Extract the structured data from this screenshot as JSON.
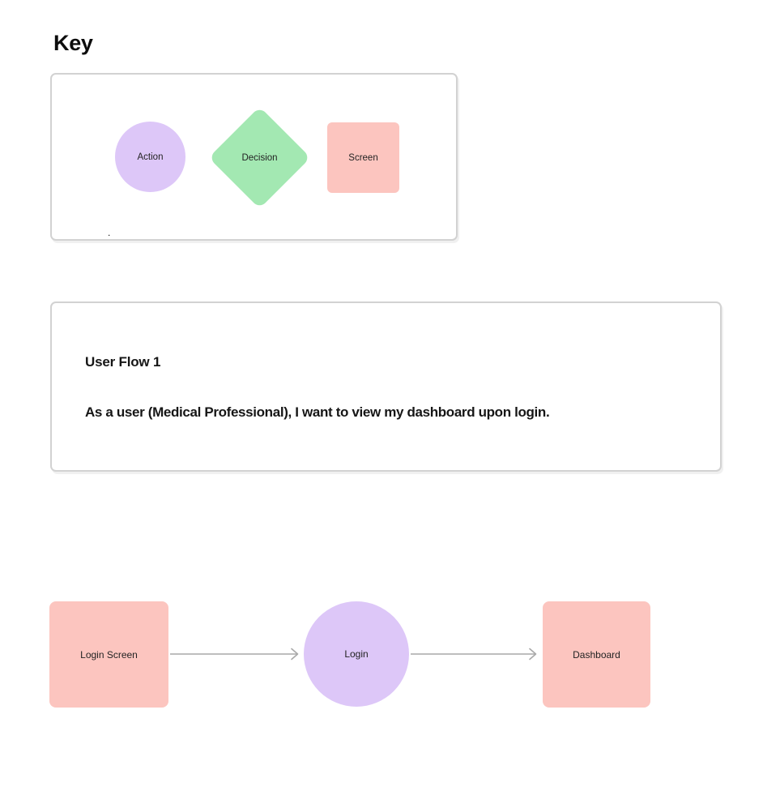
{
  "key": {
    "title": "Key",
    "stray_dot": ".",
    "shapes": [
      {
        "type": "circle",
        "label": "Action"
      },
      {
        "type": "diamond",
        "label": "Decision"
      },
      {
        "type": "rect",
        "label": "Screen"
      }
    ]
  },
  "user_flow_card": {
    "title": "User Flow 1",
    "description": "As a user (Medical Professional), I want to view my dashboard upon login."
  },
  "flow": {
    "nodes": [
      {
        "type": "screen",
        "label": "Login Screen"
      },
      {
        "type": "action",
        "label": "Login"
      },
      {
        "type": "screen",
        "label": "Dashboard"
      }
    ],
    "connectors": [
      "arrow-right",
      "arrow-right"
    ]
  },
  "colors": {
    "action_fill": "#ddc7f8",
    "decision_fill": "#a3e8b2",
    "screen_fill": "#fcc5bf",
    "arrow_stroke": "#a9a9a9",
    "card_border": "#d2d2d2"
  }
}
